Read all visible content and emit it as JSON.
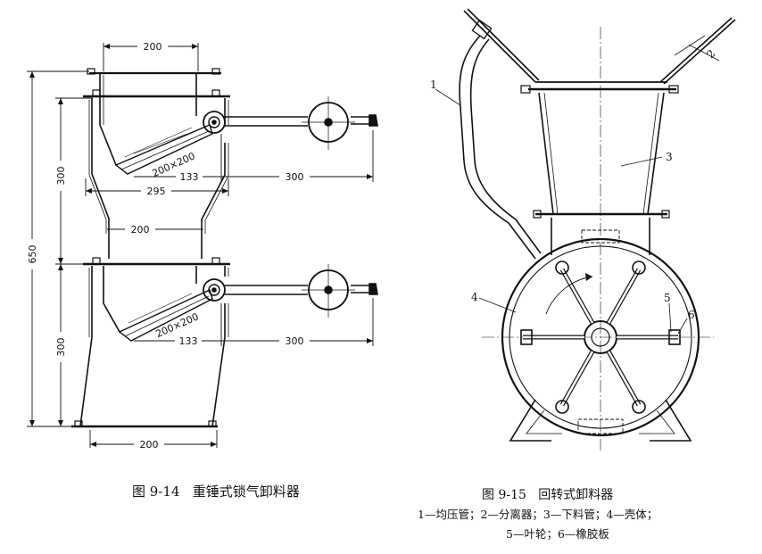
{
  "figure_left": {
    "caption_number": "图 9-14",
    "caption_title": "重锤式锁气卸料器",
    "dimensions": {
      "top_width": "200",
      "middle_width": "200",
      "bottom_width": "200",
      "flap_upper": "200×200",
      "flap_lower": "200×200",
      "arm_offset_upper": "133",
      "arm_offset_lower": "133",
      "arm_length_upper": "300",
      "arm_length_lower": "300",
      "body_width": "295",
      "height_upper": "300",
      "height_lower": "300",
      "total_height": "650"
    }
  },
  "figure_right": {
    "caption_number": "图 9-15",
    "caption_title": "回转式卸料器",
    "legend_line1": "1—均压管；2—分离器；3—下料管；4—壳体；",
    "legend_line2": "5—叶轮；6—橡胶板",
    "part_labels": [
      "1",
      "2",
      "3",
      "4",
      "5",
      "6"
    ]
  }
}
